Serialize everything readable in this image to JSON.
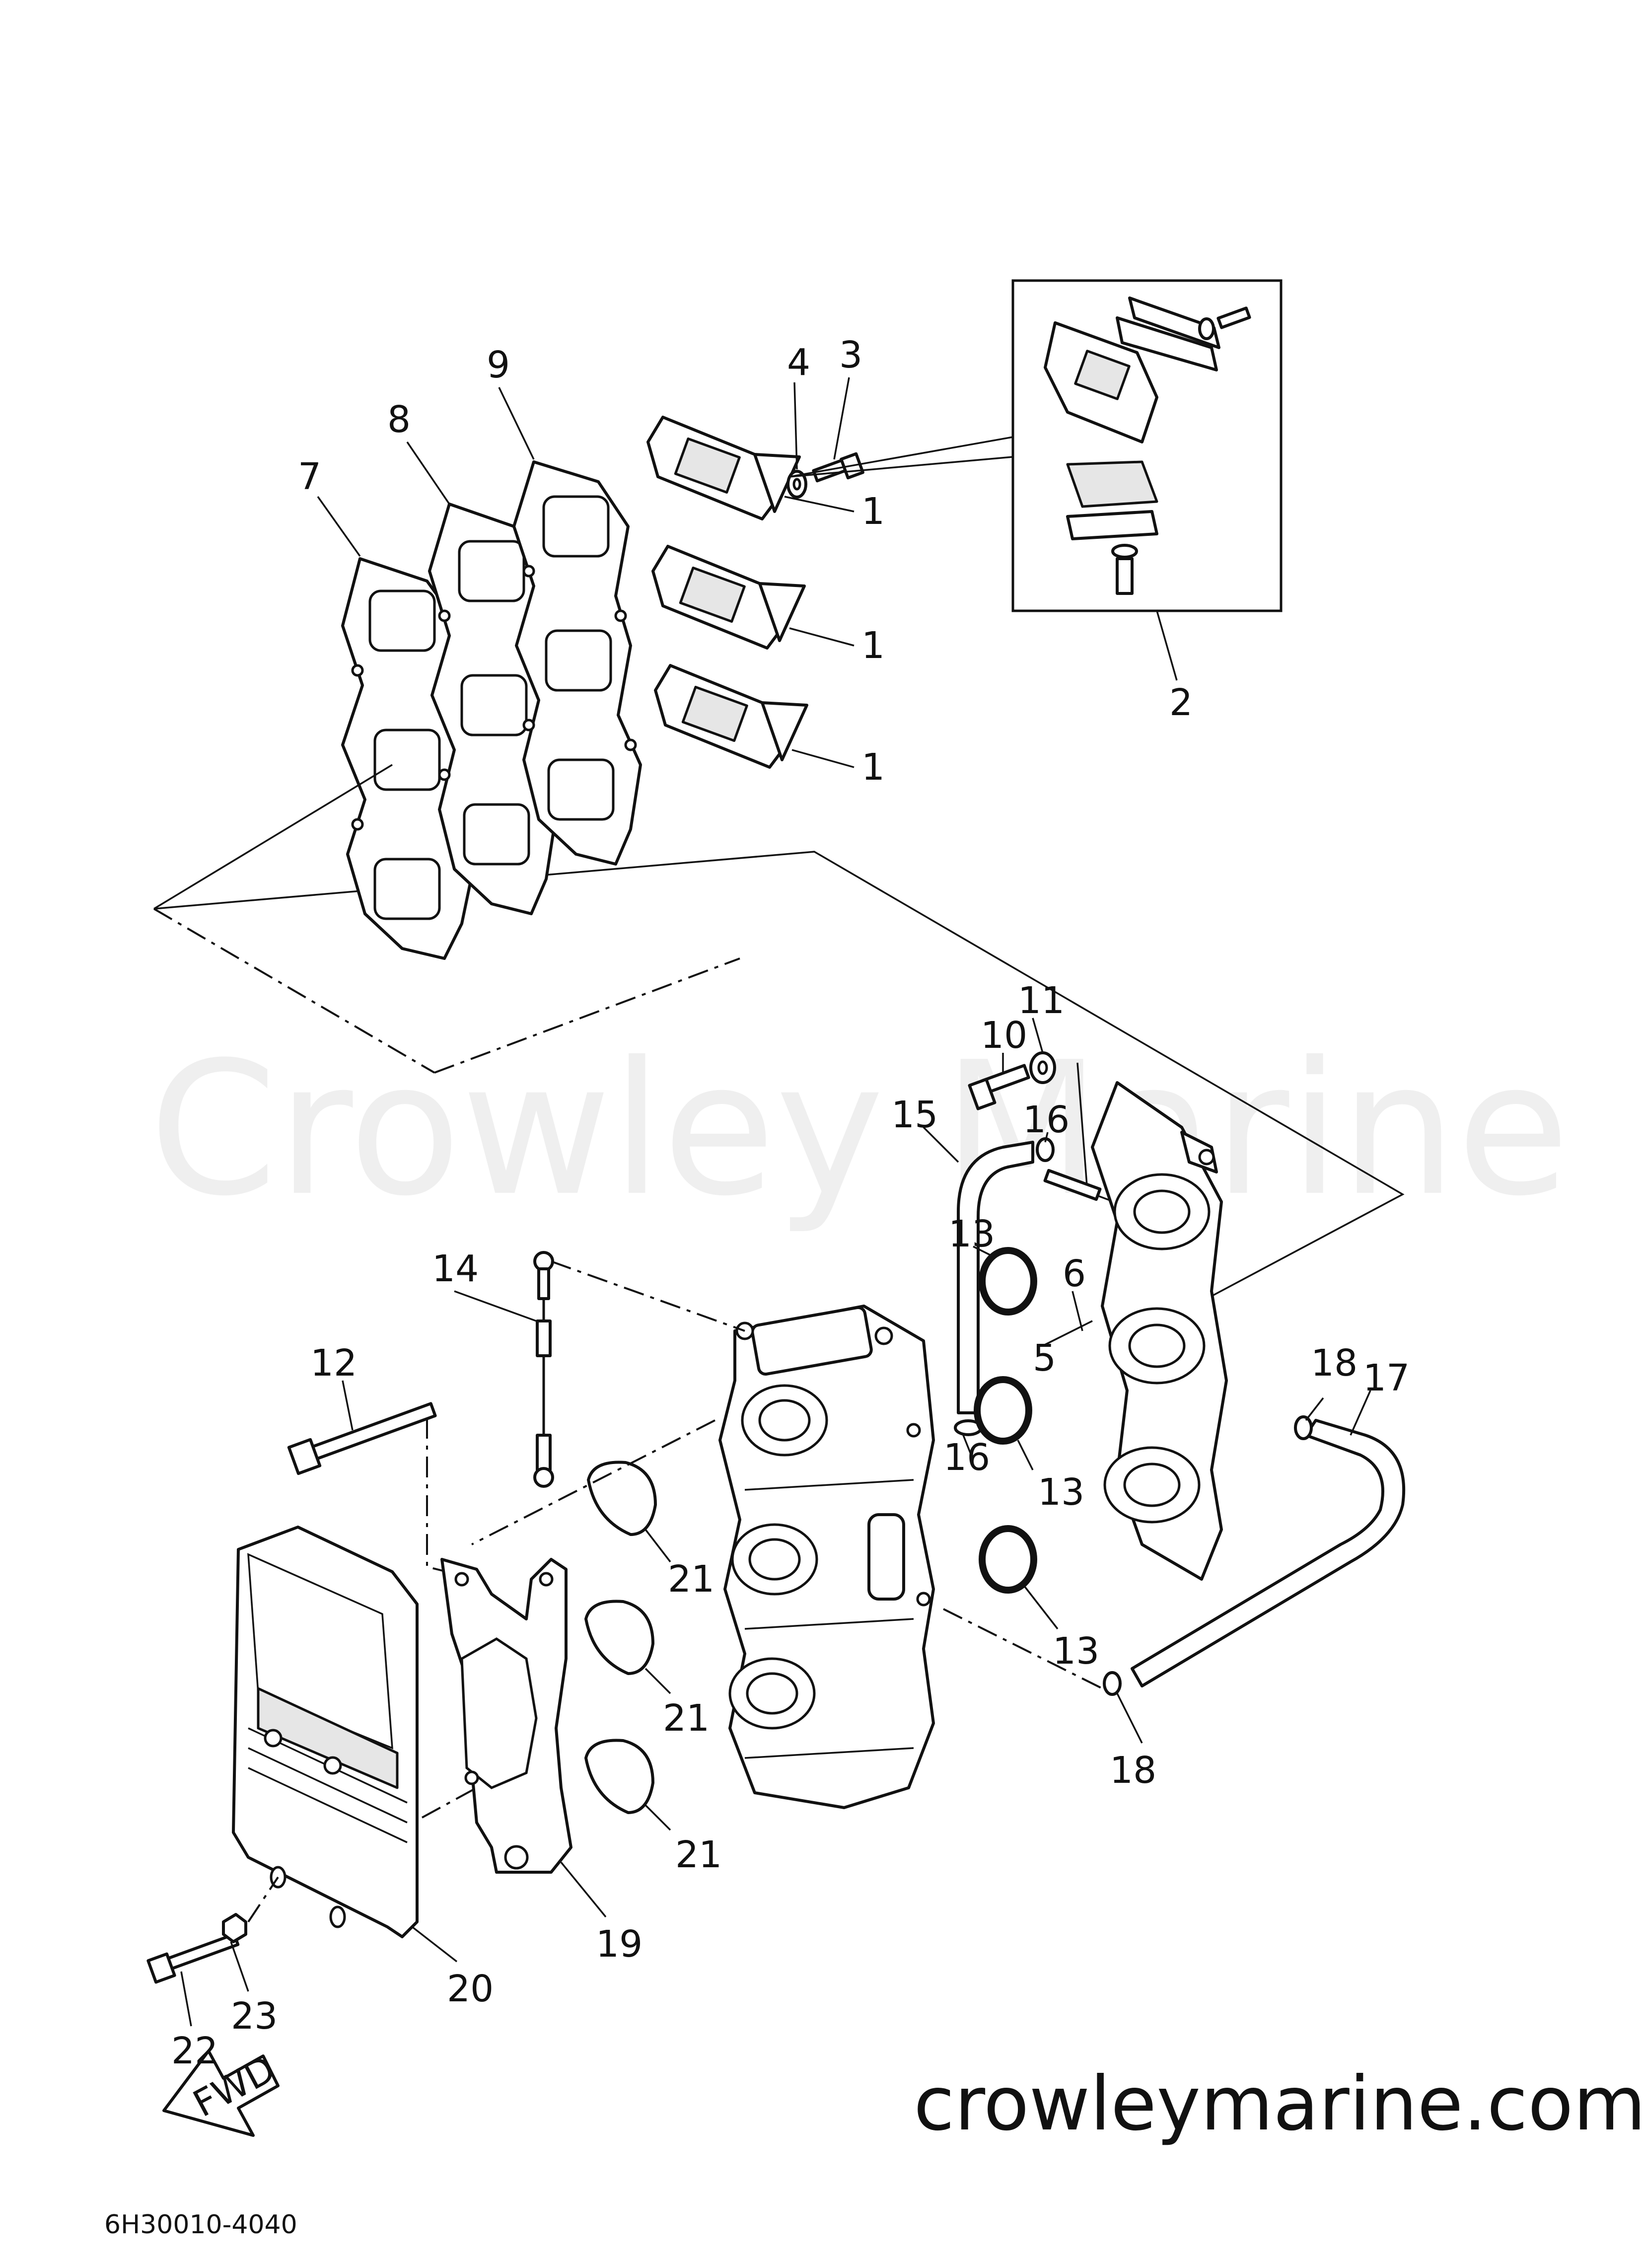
{
  "watermark": "Crowley Marine",
  "site_url": "crowleymarine.com",
  "diagram_code": "6H30010-4040",
  "fwd_label": "FWD",
  "callouts": [
    {
      "id": "c1a",
      "label": "1"
    },
    {
      "id": "c1b",
      "label": "1"
    },
    {
      "id": "c1c",
      "label": "1"
    },
    {
      "id": "c2",
      "label": "2"
    },
    {
      "id": "c3",
      "label": "3"
    },
    {
      "id": "c4",
      "label": "4"
    },
    {
      "id": "c5",
      "label": "5"
    },
    {
      "id": "c6",
      "label": "6"
    },
    {
      "id": "c7",
      "label": "7"
    },
    {
      "id": "c8",
      "label": "8"
    },
    {
      "id": "c9",
      "label": "9"
    },
    {
      "id": "c10",
      "label": "10"
    },
    {
      "id": "c11",
      "label": "11"
    },
    {
      "id": "c12",
      "label": "12"
    },
    {
      "id": "c13a",
      "label": "13"
    },
    {
      "id": "c13b",
      "label": "13"
    },
    {
      "id": "c13c",
      "label": "13"
    },
    {
      "id": "c14",
      "label": "14"
    },
    {
      "id": "c15",
      "label": "15"
    },
    {
      "id": "c16a",
      "label": "16"
    },
    {
      "id": "c16b",
      "label": "16"
    },
    {
      "id": "c17",
      "label": "17"
    },
    {
      "id": "c18a",
      "label": "18"
    },
    {
      "id": "c18b",
      "label": "18"
    },
    {
      "id": "c19",
      "label": "19"
    },
    {
      "id": "c20",
      "label": "20"
    },
    {
      "id": "c21a",
      "label": "21"
    },
    {
      "id": "c21b",
      "label": "21"
    },
    {
      "id": "c21c",
      "label": "21"
    },
    {
      "id": "c22",
      "label": "22"
    },
    {
      "id": "c23",
      "label": "23"
    }
  ]
}
